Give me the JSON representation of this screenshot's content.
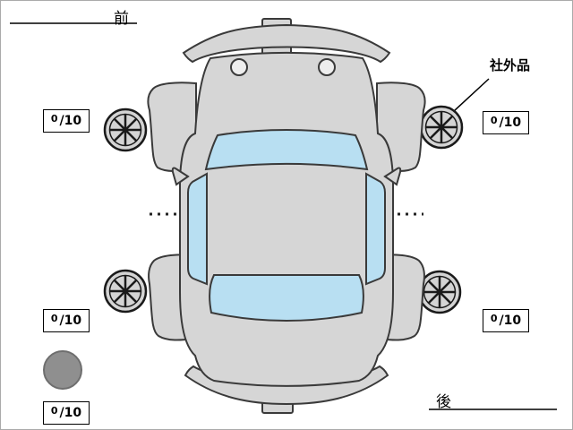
{
  "labels": {
    "front": "前",
    "rear": "後",
    "aftermarket": "社外品"
  },
  "tires": {
    "front_left": {
      "value": "0",
      "max": "/10"
    },
    "front_right": {
      "value": "0",
      "max": "/10"
    },
    "rear_left": {
      "value": "0",
      "max": "/10"
    },
    "rear_right": {
      "value": "0",
      "max": "/10"
    },
    "spare": {
      "value": "0",
      "max": "/10"
    }
  },
  "colors": {
    "car_body": "#d6d6d6",
    "window": "#b8dff2",
    "outline": "#3a3a3a",
    "wheel_outline": "#1a1a1a",
    "spare_tire": "#8f8f8f",
    "background": "#ffffff"
  }
}
